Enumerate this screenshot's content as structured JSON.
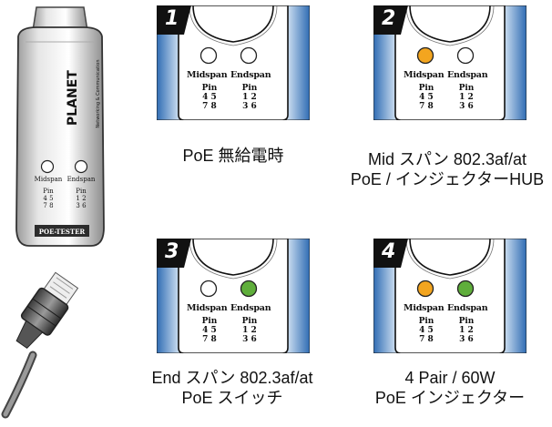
{
  "device": {
    "brand": "PLANET",
    "brand_sub": "Networking & Communication",
    "led_left": "Midspan",
    "led_right": "Endspan",
    "pin_label": "Pin",
    "pins_left_1": "4 5",
    "pins_left_2": "7 8",
    "pins_right_1": "1 2",
    "pins_right_2": "3 6",
    "model": "POE-TESTER"
  },
  "panels": [
    {
      "number": "1",
      "led_left": "Midspan",
      "led_right": "Endspan",
      "pin": "Pin",
      "pins_left": [
        "4 5",
        "7 8"
      ],
      "pins_right": [
        "1 2",
        "3 6"
      ],
      "left_color": "#ffffff",
      "right_color": "#ffffff",
      "caption_1": "PoE 無給電時",
      "caption_2": ""
    },
    {
      "number": "2",
      "led_left": "Midspan",
      "led_right": "Endspan",
      "pin": "Pin",
      "pins_left": [
        "4 5",
        "7 8"
      ],
      "pins_right": [
        "1 2",
        "3 6"
      ],
      "left_color": "#f3a51f",
      "right_color": "#ffffff",
      "caption_1": "Mid スパン 802.3af/at",
      "caption_2": "PoE / インジェクターHUB"
    },
    {
      "number": "3",
      "led_left": "Midspan",
      "led_right": "Endspan",
      "pin": "Pin",
      "pins_left": [
        "4 5",
        "7 8"
      ],
      "pins_right": [
        "1 2",
        "3 6"
      ],
      "left_color": "#ffffff",
      "right_color": "#5fae3b",
      "caption_1": "End スパン 802.3af/at",
      "caption_2": "PoE スイッチ"
    },
    {
      "number": "4",
      "led_left": "Midspan",
      "led_right": "Endspan",
      "pin": "Pin",
      "pins_left": [
        "4 5",
        "7 8"
      ],
      "pins_right": [
        "1 2",
        "3 6"
      ],
      "left_color": "#f3a51f",
      "right_color": "#5fae3b",
      "caption_1": "4 Pair / 60W",
      "caption_2": "PoE インジェクター"
    }
  ]
}
